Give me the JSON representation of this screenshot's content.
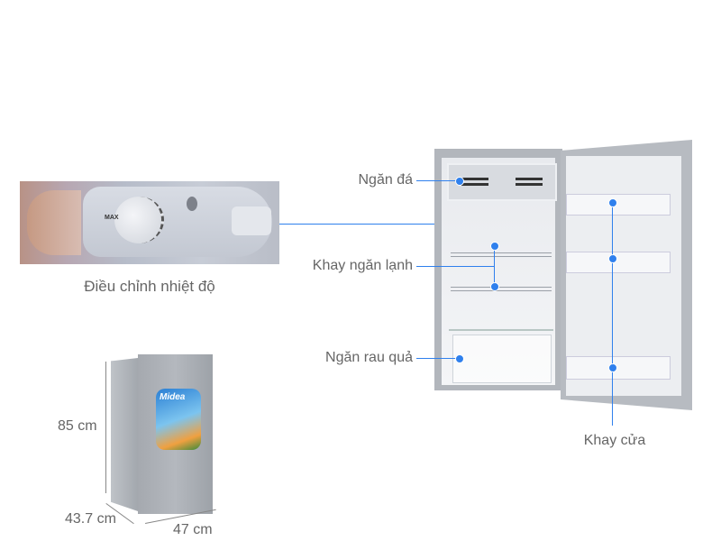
{
  "thermostat": {
    "caption": "Điều chỉnh nhiệt độ",
    "dial_mark": "MAX"
  },
  "callouts": {
    "freezer": "Ngăn đá",
    "shelf": "Khay ngăn lạnh",
    "crisper": "Ngăn rau quả",
    "door_tray": "Khay cửa"
  },
  "dimensions": {
    "height": "85 cm",
    "depth": "43.7 cm",
    "width": "47 cm"
  },
  "brand": "Midea",
  "colors": {
    "accent": "#2f80ed",
    "label": "#666666",
    "fridge_body": "#a9adb3"
  }
}
